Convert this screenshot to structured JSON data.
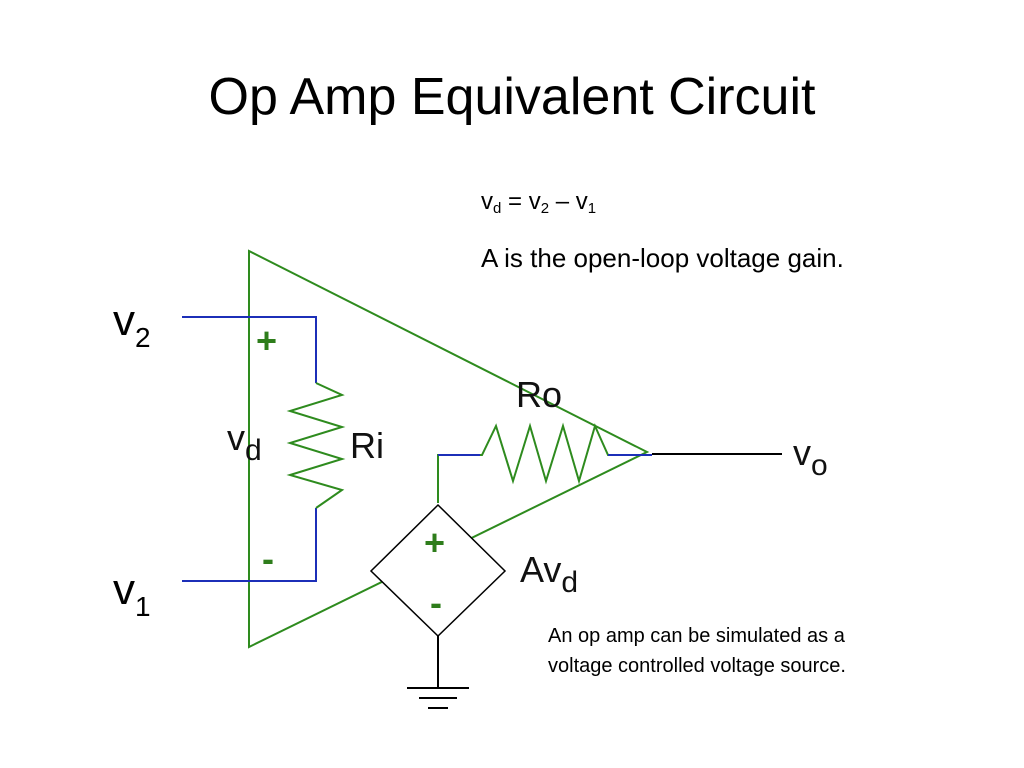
{
  "slide": {
    "title": "Op Amp Equivalent Circuit"
  },
  "equation": {
    "lhs_var": "v",
    "lhs_sub": "d",
    "equals": "=",
    "term1_var": "v",
    "term1_sub": "2",
    "minus": "–",
    "term2_var": "v",
    "term2_sub": "1"
  },
  "gain_description": "A is the open-loop voltage gain.",
  "note": {
    "line1": "An op amp can be simulated as a",
    "line2": "voltage controlled voltage source."
  },
  "circuit": {
    "input_v2": {
      "var": "v",
      "sub": "2"
    },
    "input_v1": {
      "var": "v",
      "sub": "1"
    },
    "vd_label": {
      "var": "v",
      "sub": "d"
    },
    "ri_label": "Ri",
    "ro_label": "Ro",
    "output_label": {
      "var": "v",
      "sub": "o"
    },
    "source_label": {
      "var": "Av",
      "sub": "d"
    },
    "plus_sign": "+",
    "minus_sign": "-",
    "colors": {
      "triangle": "#2e8b1e",
      "wire_blue": "#1c2fb8",
      "wire_black": "#000000",
      "polarity_green": "#2e7d1b"
    }
  }
}
